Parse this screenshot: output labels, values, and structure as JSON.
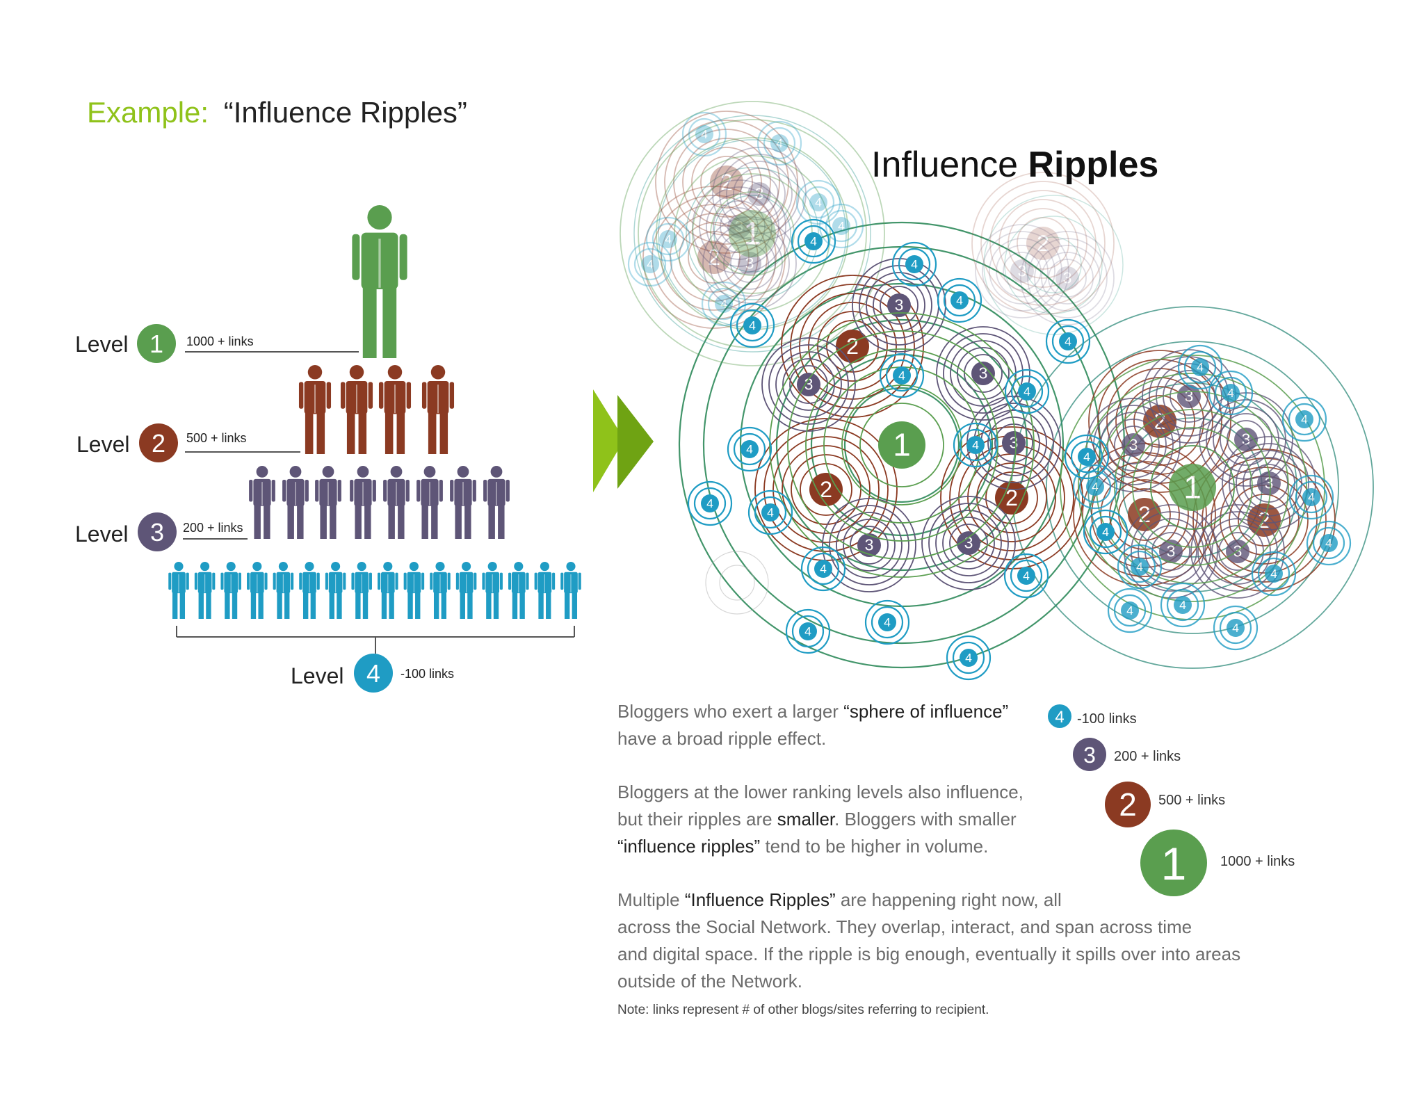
{
  "header": {
    "prefix": "Example:",
    "title": "“Influence Ripples”"
  },
  "pyramid": {
    "level_word": "Level",
    "levels": [
      {
        "num": "1",
        "links": "1000 + links",
        "color": "#5a9e4f"
      },
      {
        "num": "2",
        "links": "500 + links",
        "color": "#8b3a22"
      },
      {
        "num": "3",
        "links": "200 + links",
        "color": "#5e5577"
      },
      {
        "num": "4",
        "links": "-100  links",
        "color": "#1f9cc4"
      }
    ]
  },
  "arrow": {
    "color": "#8fc21a"
  },
  "ripples": {
    "title_light": "Influence ",
    "title_bold": "Ripples"
  },
  "legend": [
    {
      "num": "4",
      "label": "-100  links",
      "color": "#1f9cc4"
    },
    {
      "num": "3",
      "label": "200 + links",
      "color": "#5e5577"
    },
    {
      "num": "2",
      "label": "500 + links",
      "color": "#8b3a22"
    },
    {
      "num": "1",
      "label": "1000 + links",
      "color": "#5a9e4f"
    }
  ],
  "text": {
    "p1": {
      "a": "Bloggers who exert a larger ",
      "b": "“sphere of influence”",
      "c": "have a broad ripple effect."
    },
    "p2": {
      "a": "Bloggers at the lower ranking levels also influence,",
      "b": "but their ripples are ",
      "c": "smaller",
      "d": ".  Bloggers with smaller",
      "e": "“influence ripples”",
      "f": " tend to be higher in volume."
    },
    "p3": {
      "a": "Multiple ",
      "b": "“Influence Ripples”",
      "c": " are happening right now, all",
      "d": "across the Social Network.  They overlap, interact, and span across time",
      "e": "and digital space.  If the ripple is big enough, eventually it spills over into areas",
      "f": "outside of the Network."
    },
    "note": "Note: links represent # of other blogs/sites referring to recipient."
  }
}
